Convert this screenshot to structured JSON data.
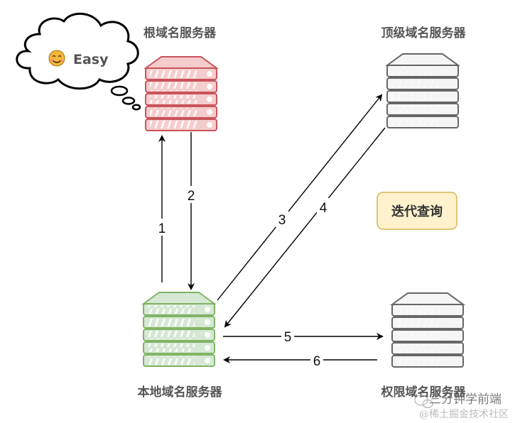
{
  "diagram": {
    "title_box": "迭代查询",
    "thought_bubble": {
      "emoji": "😊",
      "text": "Easy"
    },
    "servers": {
      "root": {
        "label": "根域名服务器",
        "stroke": "#c9545b",
        "fill": "#f5cccc"
      },
      "tld": {
        "label": "顶级域名服务器",
        "stroke": "#666666",
        "fill": "#f5f5f5"
      },
      "local": {
        "label": "本地域名服务器",
        "stroke": "#82b366",
        "fill": "#d5e8d4"
      },
      "auth": {
        "label": "权限域名服务器",
        "stroke": "#666666",
        "fill": "#f5f5f5"
      }
    },
    "steps": [
      {
        "label": "1",
        "from": "local",
        "to": "root"
      },
      {
        "label": "2",
        "from": "root",
        "to": "local"
      },
      {
        "label": "3",
        "from": "local",
        "to": "tld"
      },
      {
        "label": "4",
        "from": "tld",
        "to": "local"
      },
      {
        "label": "5",
        "from": "local",
        "to": "auth"
      },
      {
        "label": "6",
        "from": "auth",
        "to": "local"
      }
    ],
    "note_fill": "#fff2cc",
    "note_stroke": "#d6b656"
  },
  "watermark": {
    "line1": "三分钟学前端",
    "line2": "@稀土掘金技术社区"
  }
}
